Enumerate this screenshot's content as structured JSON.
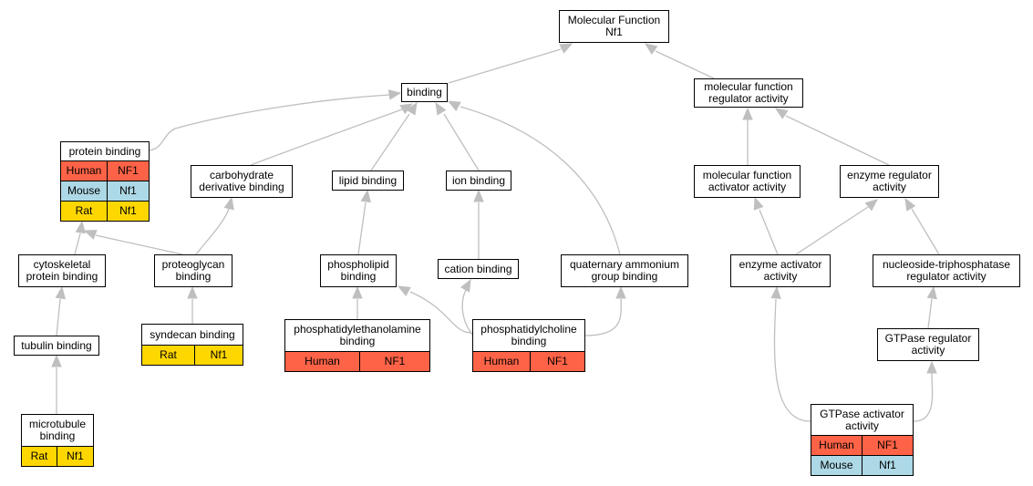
{
  "colors": {
    "human": "#ff6347",
    "mouse": "#add8e6",
    "rat": "#ffd700",
    "edge": "#bfbfbf"
  },
  "nodes": {
    "molecular_function": {
      "label": "Molecular Function\nNf1",
      "rows": []
    },
    "binding": {
      "label": "binding",
      "rows": []
    },
    "mf_regulator": {
      "label": "molecular function\nregulator activity",
      "rows": []
    },
    "protein_binding": {
      "label": "protein binding",
      "rows": [
        {
          "species": "Human",
          "gene": "NF1"
        },
        {
          "species": "Mouse",
          "gene": "Nf1"
        },
        {
          "species": "Rat",
          "gene": "Nf1"
        }
      ]
    },
    "carbohydrate_binding": {
      "label": "carbohydrate\nderivative binding",
      "rows": []
    },
    "lipid_binding": {
      "label": "lipid binding",
      "rows": []
    },
    "ion_binding": {
      "label": "ion binding",
      "rows": []
    },
    "mf_activator": {
      "label": "molecular function\nactivator activity",
      "rows": []
    },
    "enzyme_regulator": {
      "label": "enzyme regulator\nactivity",
      "rows": []
    },
    "cytoskeletal_binding": {
      "label": "cytoskeletal\nprotein binding",
      "rows": []
    },
    "proteoglycan_binding": {
      "label": "proteoglycan\nbinding",
      "rows": []
    },
    "phospholipid_binding": {
      "label": "phospholipid\nbinding",
      "rows": []
    },
    "cation_binding": {
      "label": "cation binding",
      "rows": []
    },
    "quaternary_binding": {
      "label": "quaternary ammonium\ngroup binding",
      "rows": []
    },
    "enzyme_activator": {
      "label": "enzyme activator\nactivity",
      "rows": []
    },
    "ntpase_regulator": {
      "label": "nucleoside-triphosphatase\nregulator activity",
      "rows": []
    },
    "tubulin_binding": {
      "label": "tubulin binding",
      "rows": []
    },
    "syndecan_binding": {
      "label": "syndecan binding",
      "rows": [
        {
          "species": "Rat",
          "gene": "Nf1"
        }
      ]
    },
    "pe_binding": {
      "label": "phosphatidylethanolamine\nbinding",
      "rows": [
        {
          "species": "Human",
          "gene": "NF1"
        }
      ]
    },
    "pc_binding": {
      "label": "phosphatidylcholine\nbinding",
      "rows": [
        {
          "species": "Human",
          "gene": "NF1"
        }
      ]
    },
    "gtpase_regulator": {
      "label": "GTPase regulator\nactivity",
      "rows": []
    },
    "microtubule_binding": {
      "label": "microtubule\nbinding",
      "rows": [
        {
          "species": "Rat",
          "gene": "Nf1"
        }
      ]
    },
    "gtpase_activator": {
      "label": "GTPase activator\nactivity",
      "rows": [
        {
          "species": "Human",
          "gene": "NF1"
        },
        {
          "species": "Mouse",
          "gene": "Nf1"
        }
      ]
    }
  }
}
